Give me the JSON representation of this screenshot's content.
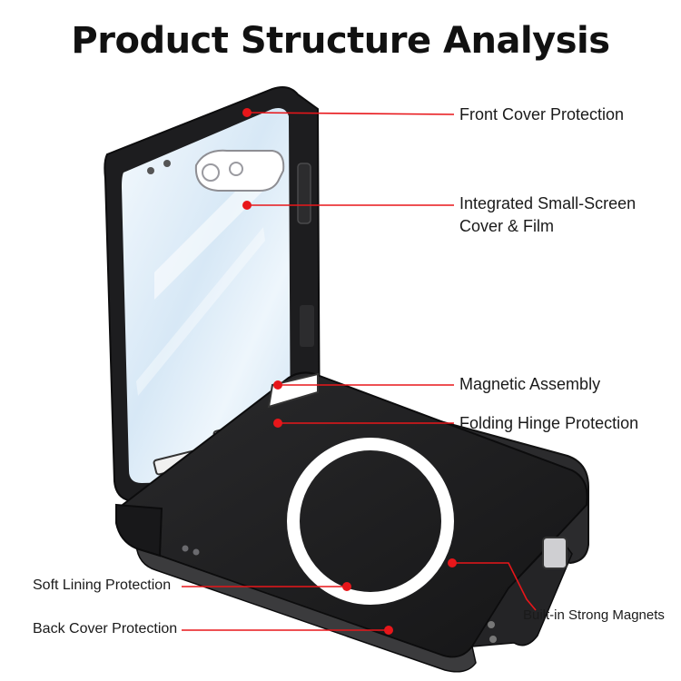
{
  "title": "Product Structure Analysis",
  "colors": {
    "callout": "#e8161a",
    "case_body": "#1c1c1e",
    "case_edge": "#3a3a3c",
    "glass": "#dcebf7",
    "magnet_ring": "#ffffff",
    "text": "#1a1a1a"
  },
  "callouts": {
    "front_cover": "Front Cover Protection",
    "small_screen_line1": "Integrated Small-Screen",
    "small_screen_line2": "Cover & Film",
    "magnetic_assembly": "Magnetic Assembly",
    "folding_hinge": "Folding Hinge Protection",
    "soft_lining": "Soft Lining Protection",
    "back_cover": "Back Cover Protection",
    "strong_magnets": "Built-in Strong Magnets"
  }
}
